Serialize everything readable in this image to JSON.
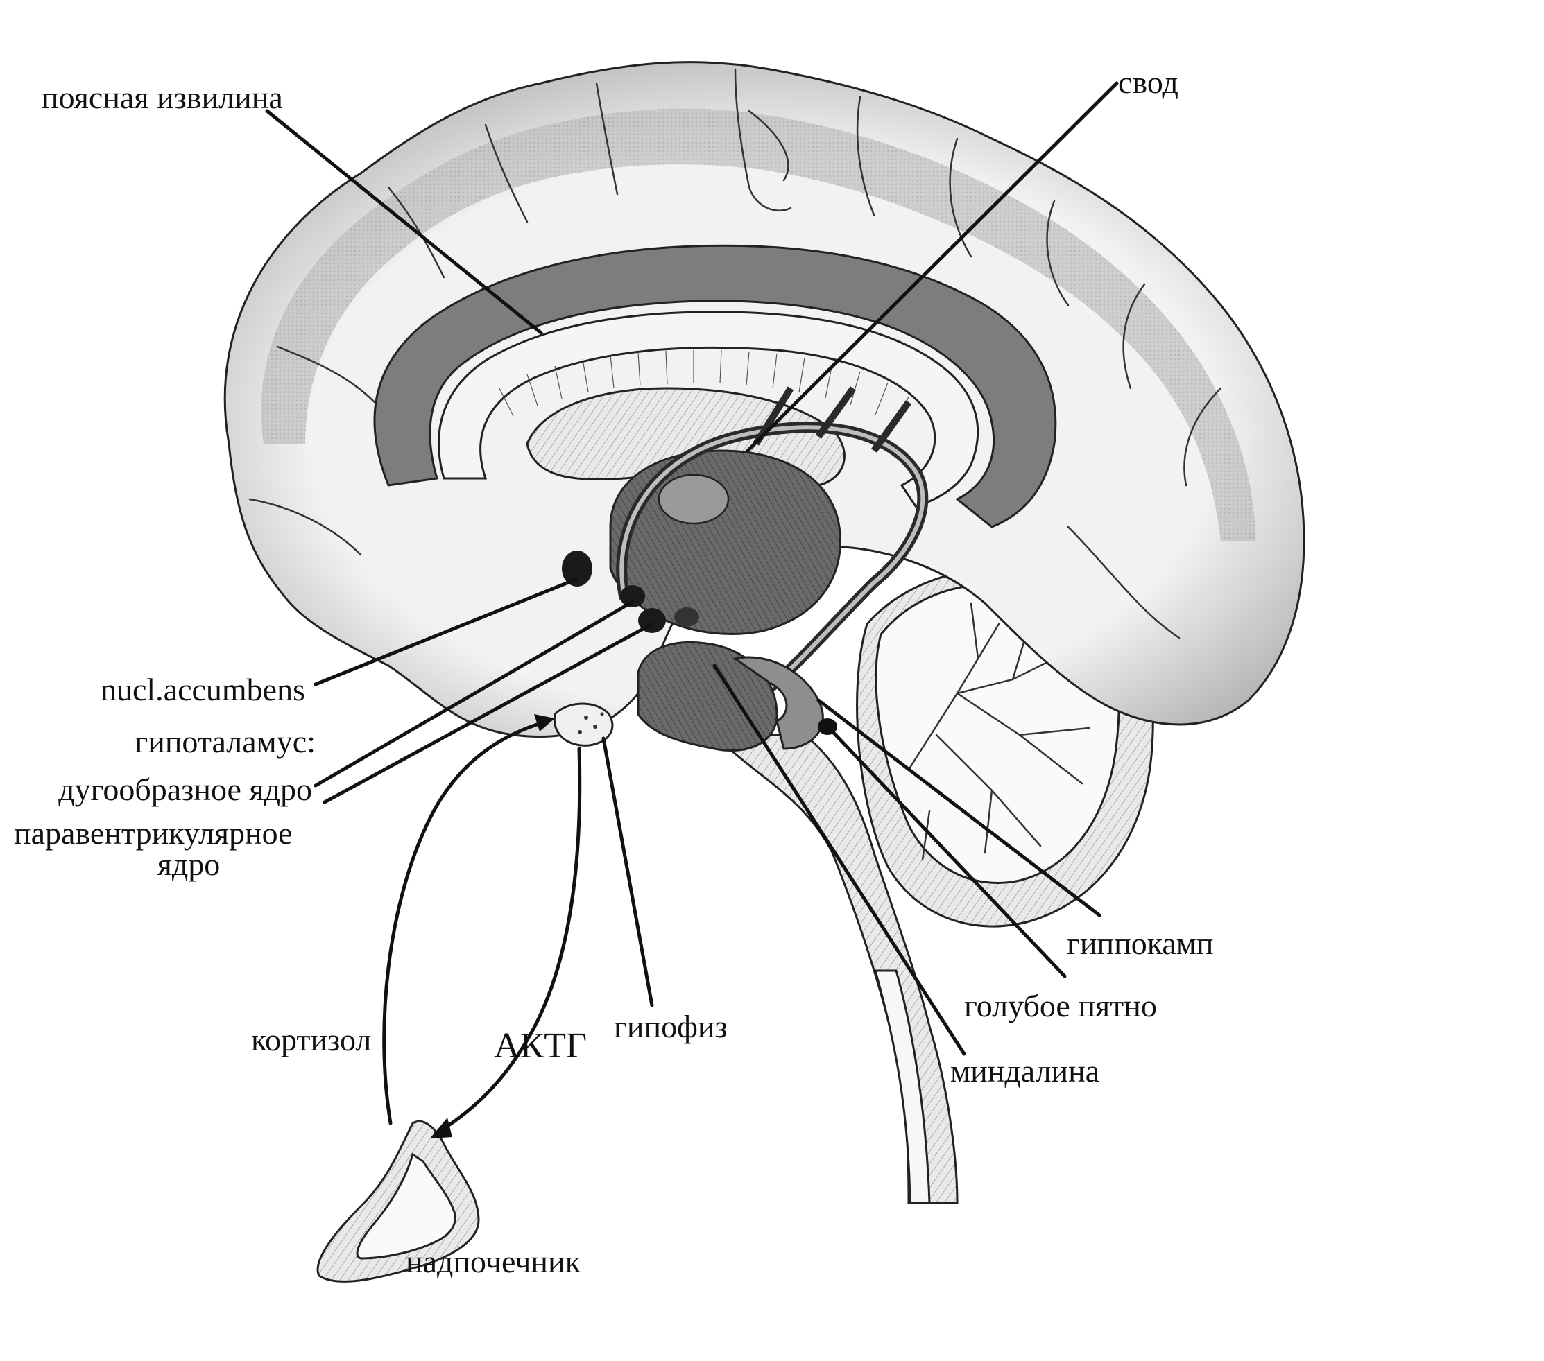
{
  "labels": {
    "cingulate": "поясная извилина",
    "fornix": "свод",
    "accumbens": "nucl.accumbens",
    "hypothalamus": "гипоталамус:",
    "arcuate": "дугообразное  ядро",
    "paraventricular_1": "паравентрикулярное",
    "paraventricular_2": "ядро",
    "hippocampus": "гиппокамп",
    "locus_coeruleus": "голубое пятно",
    "amygdala": "миндалина",
    "pituitary": "гипофиз",
    "cortisol": "кортизол",
    "acth": "АКТГ",
    "adrenal": "надпочечник"
  },
  "colors": {
    "cortex_gray": "#a9a9a9",
    "white_matter": "#f3f3f3",
    "cingulate_fill": "#7d7d7d",
    "deep_structures": "#5a5a5a",
    "cerebellum": "#e6e6e6",
    "ink": "#111111"
  }
}
